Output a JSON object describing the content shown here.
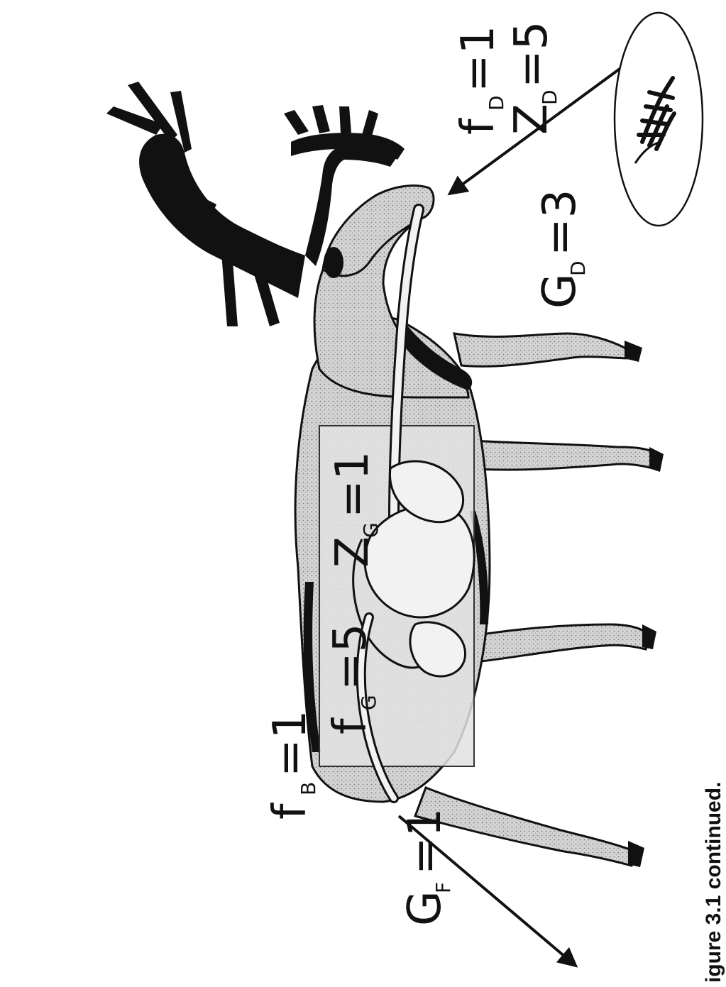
{
  "caption": "igure 3.1 continued.",
  "labels": {
    "fB": {
      "base": "f",
      "sub": "B",
      "eq": "=1"
    },
    "GF": {
      "base": "G",
      "sub": "F",
      "eq": "=1"
    },
    "fG": {
      "base": "f",
      "sub": "G",
      "eq": "=5"
    },
    "ZG": {
      "base": "Z",
      "sub": "G",
      "eq": "=1"
    },
    "fD": {
      "base": "f",
      "sub": "D",
      "eq": "=1"
    },
    "ZD": {
      "base": "Z",
      "sub": "D",
      "eq": "=5"
    },
    "GD": {
      "base": "G",
      "sub": "D",
      "eq": "=3"
    }
  },
  "colors": {
    "ink": "#111111",
    "body_stipple": "#c9c9c9",
    "box_fill": "#e2e2e2",
    "gut_fill": "#f2f2f2"
  }
}
